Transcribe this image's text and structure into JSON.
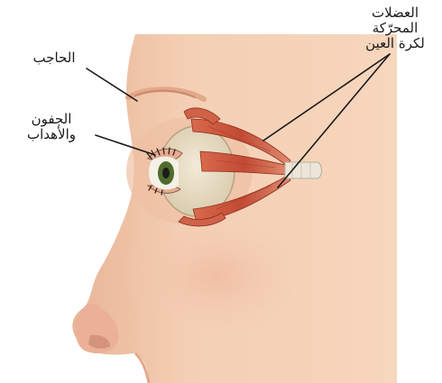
{
  "labels": {
    "eyebrow": "الحاجب",
    "eyelids_line1": "الجفون",
    "eyelids_line2": "والأهداب",
    "muscles_line1": "العضلات",
    "muscles_line2": "المحرّكة",
    "muscles_line3": "لكرة العين"
  },
  "colors": {
    "background": "#ffffff",
    "skin": "#f3cdb2",
    "skin_shadow": "#e3a88a",
    "muscle": "#c8553a",
    "sclera": "#e9dfc9",
    "iris": "#4f6b2c",
    "label_text": "#1a1a1a"
  }
}
